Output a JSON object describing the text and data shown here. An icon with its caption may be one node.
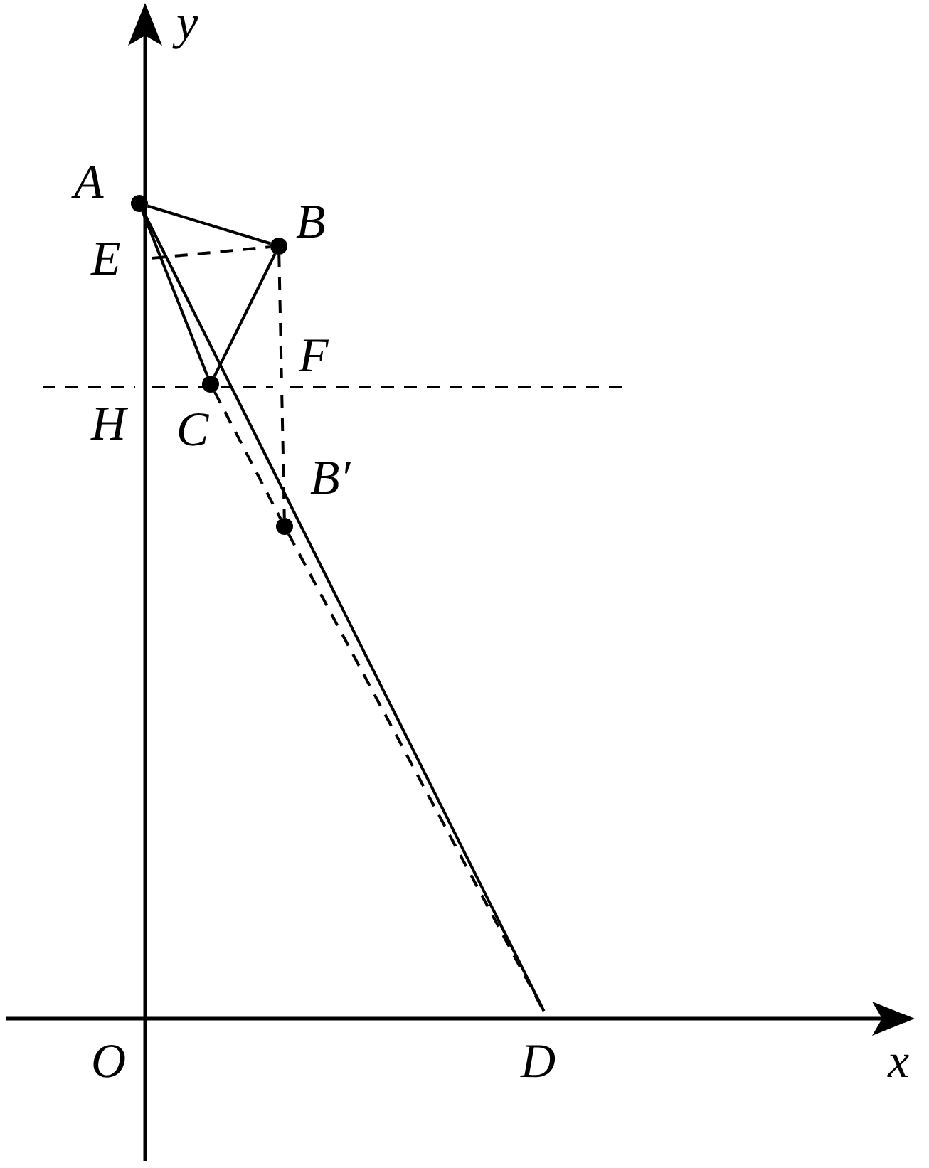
{
  "diagram": {
    "nodes": [
      {
        "text": [
          "A"
        ]
      },
      {
        "text": [
          "B"
        ]
      },
      {
        "text": [
          "E"
        ]
      },
      {
        "text": [
          "F"
        ]
      },
      {
        "text": [
          "H"
        ]
      },
      {
        "text": [
          "C"
        ]
      },
      {
        "text": [
          "B′"
        ]
      },
      {
        "text": [
          "O"
        ]
      },
      {
        "text": [
          "D"
        ]
      }
    ],
    "edges": [
      {
        "from": 0,
        "to": 1,
        "arrow": "none"
      },
      {
        "from": 1,
        "to": 5,
        "arrow": "none"
      },
      {
        "from": 5,
        "to": 0,
        "arrow": "none"
      },
      {
        "from": 0,
        "to": 8,
        "arrow": "none"
      },
      {
        "from": 2,
        "to": 1,
        "arrow": "none",
        "style": "dashed"
      },
      {
        "from": 1,
        "to": 3,
        "arrow": "none",
        "style": "dashed"
      },
      {
        "from": 3,
        "to": 6,
        "arrow": "none",
        "style": "dashed"
      },
      {
        "from": 5,
        "to": 6,
        "arrow": "none",
        "style": "dashed"
      },
      {
        "from": 6,
        "to": 8,
        "arrow": "none",
        "style": "dashed"
      },
      {
        "from": 4,
        "to": 3,
        "arrow": "none",
        "style": "dashed"
      }
    ],
    "labels": [
      "y",
      "x"
    ]
  }
}
